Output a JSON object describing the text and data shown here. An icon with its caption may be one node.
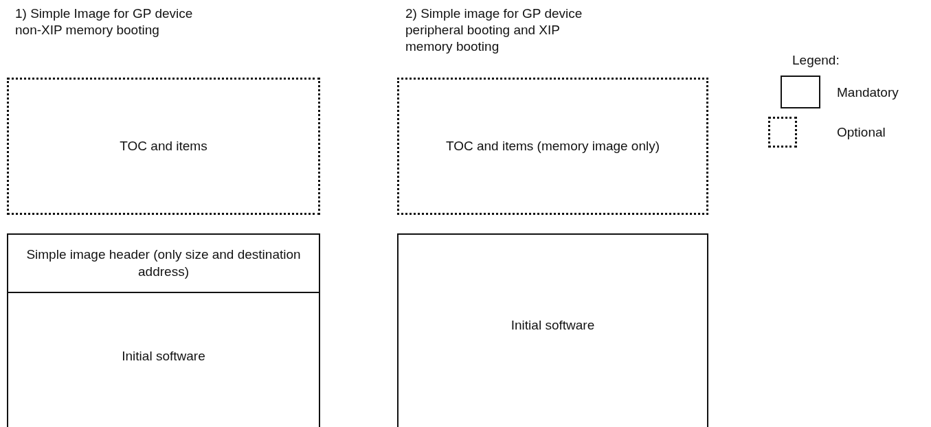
{
  "diagram": {
    "nodes": [
      {
        "text": [
          "TOC and items"
        ]
      },
      {
        "text": [
          "Simple image header (only size and destination address)"
        ]
      },
      {
        "text": [
          "Initial software"
        ]
      },
      {
        "text": [
          "TOC and items (memory image only)"
        ]
      },
      {
        "text": [
          "Initial software"
        ]
      }
    ],
    "labels": [
      "1) Simple Image for GP device non-XIP memory booting",
      "2) Simple image for GP device peripheral booting and XIP memory booting",
      "Legend:"
    ],
    "legend": [
      {
        "text": "Mandatory"
      },
      {
        "text": "Optional"
      }
    ]
  }
}
